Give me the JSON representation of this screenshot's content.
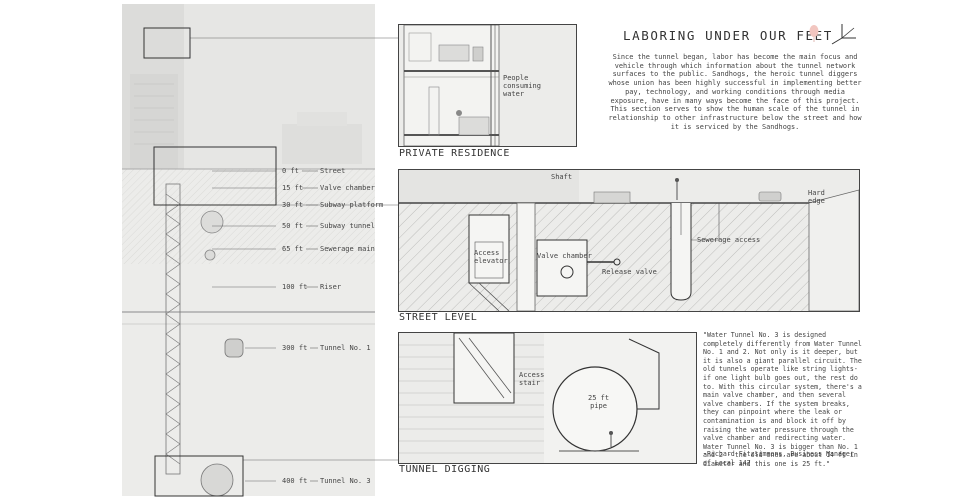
{
  "title": "LABORING UNDER OUR FEET",
  "intro": "Since the tunnel began, labor has become the main focus and vehicle through which information about the tunnel network surfaces to the public. Sandhogs, the heroic tunnel diggers whose union has been highly successful in implementing better pay, technology, and working conditions through media exposure, have in many ways become the face of this project. This section serves to show the human scale of the tunnel in relationship to other infrastructure below the street and how it is serviced by the Sandhogs.",
  "sections": {
    "residence": {
      "title": "PRIVATE RESIDENCE",
      "note": "People\nconsuming\nwater"
    },
    "street": {
      "title": "STREET LEVEL",
      "labels": {
        "shaft": "Shaft",
        "hard_edge": "Hard\nedge",
        "sewerage_access": "Sewerage access",
        "access_elevator": "Access\nelevator",
        "valve_chamber": "Valve chamber",
        "release_valve": "Release valve"
      }
    },
    "digging": {
      "title": "TUNNEL DIGGING",
      "labels": {
        "access_stair": "Access\nstair",
        "pipe": "25 ft\npipe"
      }
    }
  },
  "depths": [
    {
      "depth": "0 ft",
      "name": "Street"
    },
    {
      "depth": "15 ft",
      "name": "Valve chamber"
    },
    {
      "depth": "30 ft",
      "name": "Subway platform"
    },
    {
      "depth": "50 ft",
      "name": "Subway tunnel"
    },
    {
      "depth": "65 ft",
      "name": "Sewerage main"
    },
    {
      "depth": "100 ft",
      "name": "Riser"
    },
    {
      "depth": "300 ft",
      "name": "Tunnel No. 1"
    },
    {
      "depth": "400 ft",
      "name": "Tunnel No. 3"
    }
  ],
  "quote": "\"Water Tunnel No. 3 is designed completely differently from Water Tunnel No. 1 and 2. Not only is it deeper, but it is also a giant parallel circuit. The old tunnels operate like string lights- if one light bulb goes out, the rest do to. With this circular system, there's a main valve chamber, and then several valve chambers. If the system breaks, they can pinpoint where the leak or contamination is and block it off by raising the water pressure through the valve chamber and redirecting water.  Water Tunnel No. 3 is bigger than No. 1 and 2 - the old ones are about 14 ft in diameter and this one is 25 ft.\"",
  "attribution": "-Richard Fitzsimmons, Business Manager of Local 147",
  "icons": [
    "balloon-icon",
    "axis-icon"
  ],
  "colors": {
    "accent": "#f2c6c0",
    "panel": "#e9e9e7",
    "line": "#444444"
  }
}
